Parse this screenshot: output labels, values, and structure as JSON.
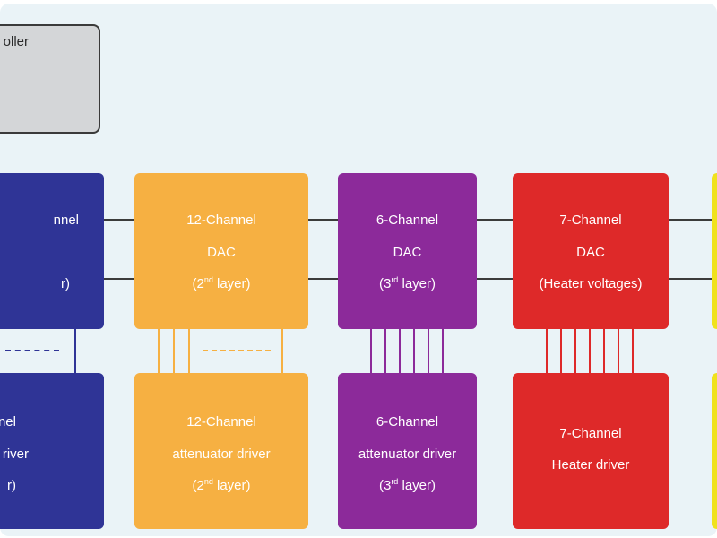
{
  "controller": {
    "label": "oller"
  },
  "colors": {
    "indigo": "#2f3496",
    "orange": "#f6b042",
    "purple": "#8c2a9a",
    "red": "#de2929",
    "yellow": "#f0e21c"
  },
  "dac_blocks": [
    {
      "id": "layer1-dac",
      "color": "indigo",
      "lines": [
        "nnel",
        "",
        "r)"
      ]
    },
    {
      "id": "layer2-dac",
      "color": "orange",
      "lines": [
        "12-Channel",
        "DAC",
        "(2",
        "nd",
        " layer)"
      ]
    },
    {
      "id": "layer3-dac",
      "color": "purple",
      "lines": [
        "6-Channel",
        "DAC",
        "(3",
        "rd",
        " layer)"
      ]
    },
    {
      "id": "heater-dac",
      "color": "red",
      "lines": [
        "7-Channel",
        "DAC",
        "(Heater voltages)"
      ]
    }
  ],
  "driver_blocks": [
    {
      "id": "layer1-driver",
      "lines": [
        "nel",
        "river",
        "r)"
      ]
    },
    {
      "id": "layer2-driver",
      "lines": [
        "12-Channel",
        "attenuator driver",
        "(2",
        "nd",
        " layer)"
      ]
    },
    {
      "id": "layer3-driver",
      "lines": [
        "6-Channel",
        "attenuator driver",
        "(3",
        "rd",
        " layer)"
      ]
    },
    {
      "id": "heater-driver",
      "lines": [
        "7-Channel",
        "Heater driver"
      ]
    }
  ]
}
